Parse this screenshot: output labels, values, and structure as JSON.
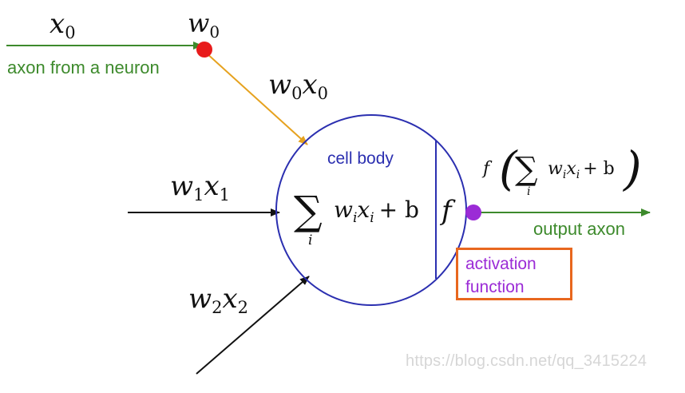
{
  "diagram": {
    "inputs": {
      "x0": {
        "base": "x",
        "sub": "0"
      },
      "w0": {
        "base": "w",
        "sub": "0"
      },
      "w0x0": {
        "w": "w",
        "wsub": "0",
        "x": "x",
        "xsub": "0"
      },
      "w1x1": {
        "w": "w",
        "wsub": "1",
        "x": "x",
        "xsub": "1"
      },
      "w2x2": {
        "w": "w",
        "wsub": "2",
        "x": "x",
        "xsub": "2"
      }
    },
    "axon_from_neuron_label": "axon from a neuron",
    "cell_body_label": "cell body",
    "sum_expression": {
      "sigma": "∑",
      "index": "i",
      "w": "w",
      "wsub": "i",
      "x": "x",
      "xsub": "i",
      "plus_b": "+ b"
    },
    "activation_symbol": "f",
    "output_expression": {
      "f": "f",
      "lparen": "(",
      "sigma": "∑",
      "index": "i",
      "w": "w",
      "wsub": "i",
      "x": "x",
      "xsub": "i",
      "plus_b": "+ b",
      "rparen": ")"
    },
    "output_axon_label": "output axon",
    "activation_function_label_line1": "activation",
    "activation_function_label_line2": "function",
    "watermark": "https://blog.csdn.net/qq_3415224",
    "colors": {
      "green_axon": "#3d8a2c",
      "red_synapse": "#e81b1b",
      "orange_edge": "#e6a21f",
      "blue_cell": "#2b2fb0",
      "purple_output": "#9b2bd6",
      "orange_box": "#e8671e",
      "black_edge": "#111111"
    }
  }
}
